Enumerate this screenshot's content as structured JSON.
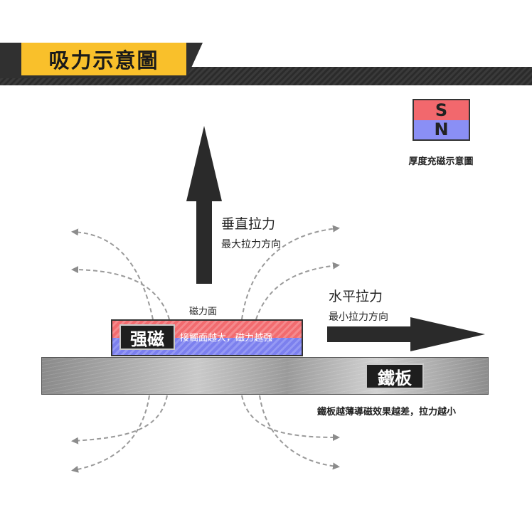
{
  "header": {
    "title": "吸力示意圖"
  },
  "legend": {
    "s": "S",
    "n": "N",
    "caption": "厚度充磁示意圖"
  },
  "vertical": {
    "title": "垂直拉力",
    "subtitle": "最大拉力方向"
  },
  "horizontal": {
    "title": "水平拉力",
    "subtitle": "最小拉力方向"
  },
  "magnet": {
    "face_label": "磁力面",
    "label": "强磁",
    "note": "接觸面越大，磁力越强"
  },
  "plate": {
    "label": "鐵板",
    "note": "鐵板越薄導磁效果越差，拉力越小"
  },
  "colors": {
    "accent": "#f9c02b",
    "south": "#f2686d",
    "north": "#8a8ff5",
    "arrow": "#2a2a2a"
  }
}
